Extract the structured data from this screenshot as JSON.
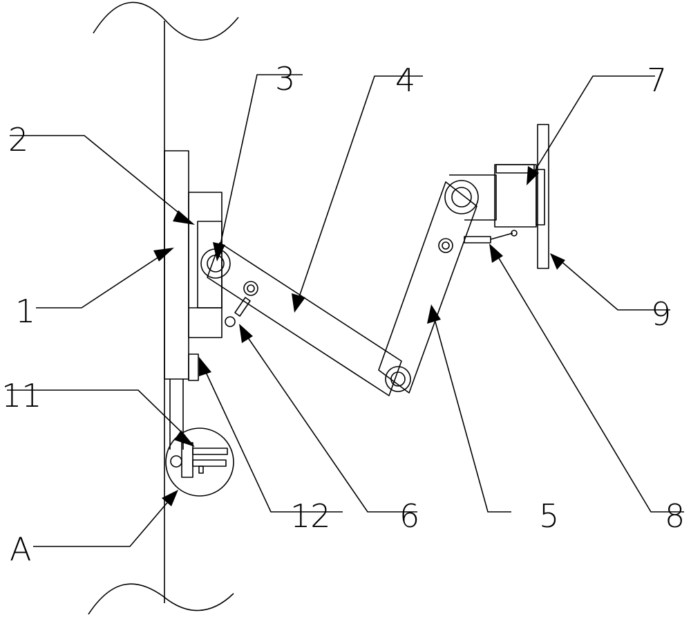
{
  "diagram": {
    "background": "#ffffff",
    "stroke_color": "#000000",
    "labels": {
      "l1": "1",
      "l2": "2",
      "l3": "3",
      "l4": "4",
      "l5": "5",
      "l6": "6",
      "l7": "7",
      "l8": "8",
      "l9": "9",
      "l11": "11",
      "l12": "12",
      "lA": "A"
    }
  }
}
